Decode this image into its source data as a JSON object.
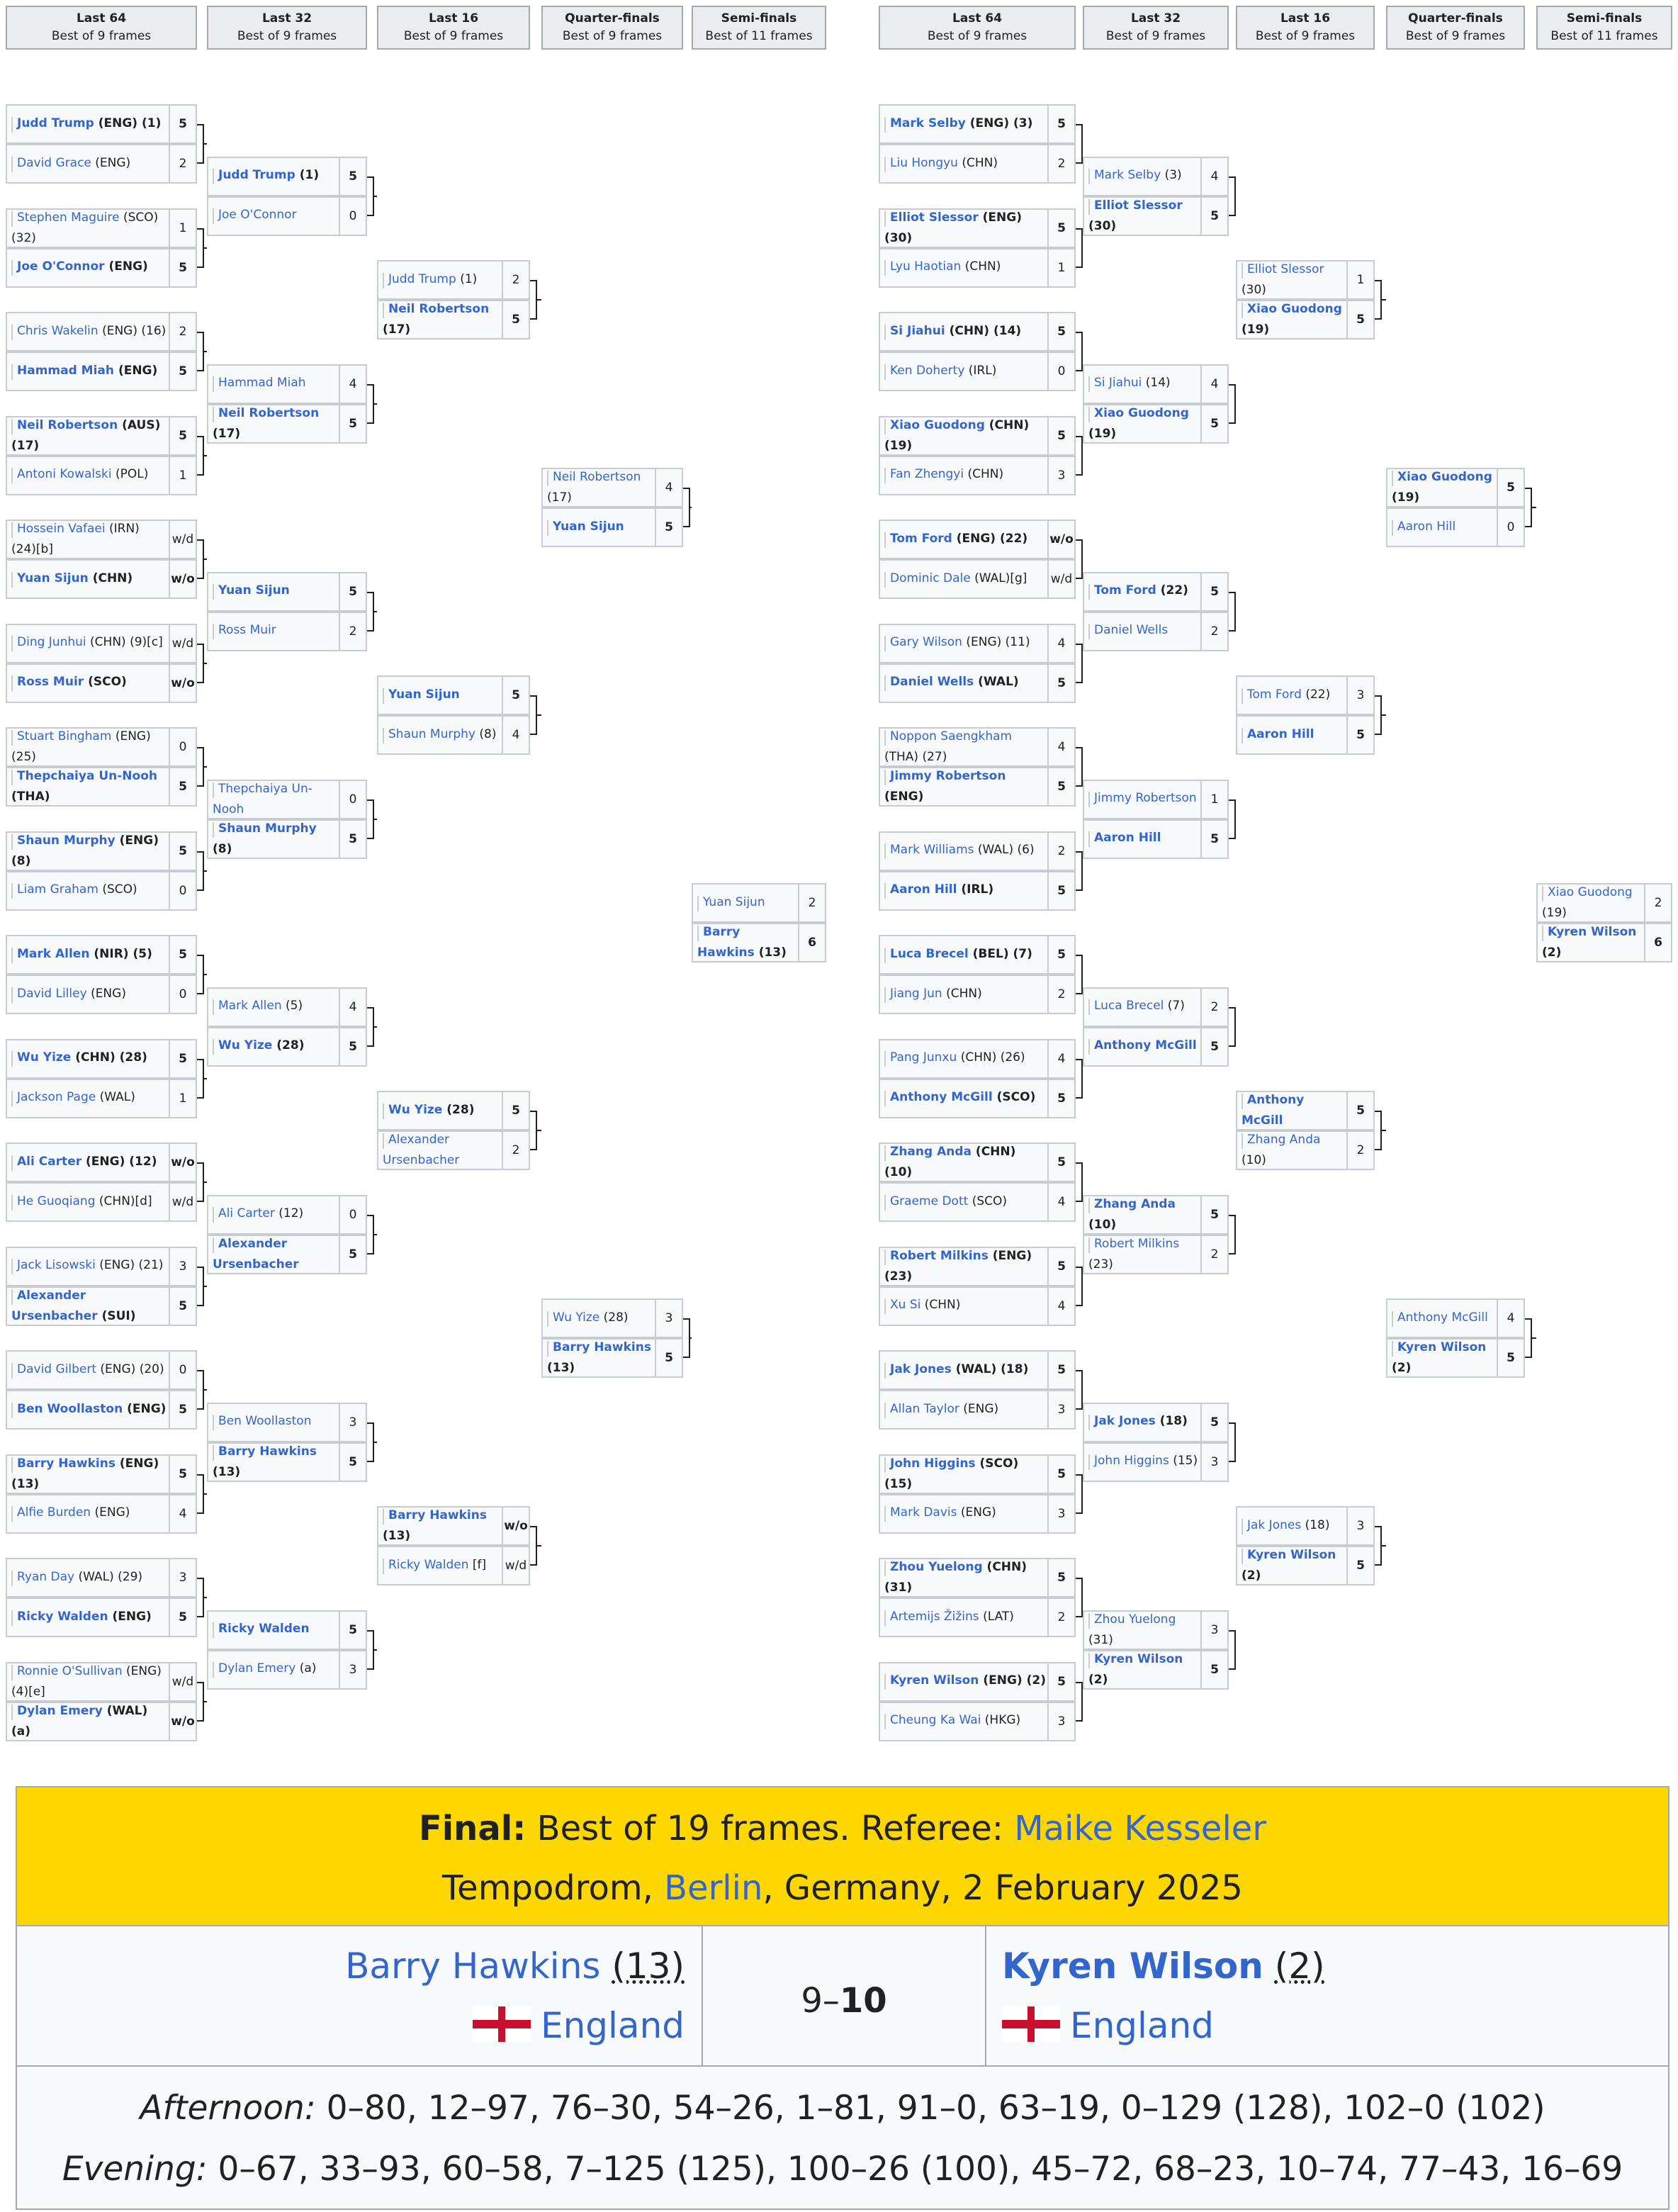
{
  "rounds": [
    {
      "title": "Last 64",
      "subtitle": "Best of 9 frames"
    },
    {
      "title": "Last 32",
      "subtitle": "Best of 9 frames"
    },
    {
      "title": "Last 16",
      "subtitle": "Best of 9 frames"
    },
    {
      "title": "Quarter-finals",
      "subtitle": "Best of 9 frames"
    },
    {
      "title": "Semi-finals",
      "subtitle": "Best of 11 frames"
    }
  ],
  "left": {
    "r0": [
      [
        "ENG",
        "Judd Trump",
        "(ENG) (1)",
        "5",
        true
      ],
      [
        "ENG",
        "David Grace",
        "(ENG)",
        "2",
        false
      ],
      [
        "SCO",
        "Stephen Maguire",
        "(SCO) (32)",
        "1",
        false
      ],
      [
        "ENG",
        "Joe O'Connor",
        "(ENG)",
        "5",
        true
      ],
      [
        "ENG",
        "Chris Wakelin",
        "(ENG) (16)",
        "2",
        false
      ],
      [
        "ENG",
        "Hammad Miah",
        "(ENG)",
        "5",
        true
      ],
      [
        "AUS",
        "Neil Robertson",
        "(AUS) (17)",
        "5",
        true
      ],
      [
        "POL",
        "Antoni Kowalski",
        "(POL)",
        "1",
        false
      ],
      [
        "IRN",
        "Hossein Vafaei",
        "(IRN) (24)[b]",
        "w/d",
        false
      ],
      [
        "CHN",
        "Yuan Sijun",
        "(CHN)",
        "w/o",
        true
      ],
      [
        "CHN",
        "Ding Junhui",
        "(CHN) (9)[c]",
        "w/d",
        false
      ],
      [
        "SCO",
        "Ross Muir",
        "(SCO)",
        "w/o",
        true
      ],
      [
        "ENG",
        "Stuart Bingham",
        "(ENG) (25)",
        "0",
        false
      ],
      [
        "THA",
        "Thepchaiya Un-Nooh",
        "(THA)",
        "5",
        true
      ],
      [
        "ENG",
        "Shaun Murphy",
        "(ENG) (8)",
        "5",
        true
      ],
      [
        "SCO",
        "Liam Graham",
        "(SCO)",
        "0",
        false
      ],
      [
        "NIR",
        "Mark Allen",
        "(NIR) (5)",
        "5",
        true
      ],
      [
        "ENG",
        "David Lilley",
        "(ENG)",
        "0",
        false
      ],
      [
        "CHN",
        "Wu Yize",
        "(CHN) (28)",
        "5",
        true
      ],
      [
        "WAL",
        "Jackson Page",
        "(WAL)",
        "1",
        false
      ],
      [
        "ENG",
        "Ali Carter",
        "(ENG) (12)",
        "w/o",
        true
      ],
      [
        "CHN",
        "He Guoqiang",
        "(CHN)[d]",
        "w/d",
        false
      ],
      [
        "ENG",
        "Jack Lisowski",
        "(ENG) (21)",
        "3",
        false
      ],
      [
        "SUI",
        "Alexander Ursenbacher",
        "(SUI)",
        "5",
        true
      ],
      [
        "ENG",
        "David Gilbert",
        "(ENG) (20)",
        "0",
        false
      ],
      [
        "ENG",
        "Ben Woollaston",
        "(ENG)",
        "5",
        true
      ],
      [
        "ENG",
        "Barry Hawkins",
        "(ENG) (13)",
        "5",
        true
      ],
      [
        "ENG",
        "Alfie Burden",
        "(ENG)",
        "4",
        false
      ],
      [
        "WAL",
        "Ryan Day",
        "(WAL) (29)",
        "3",
        false
      ],
      [
        "ENG",
        "Ricky Walden",
        "(ENG)",
        "5",
        true
      ],
      [
        "ENG",
        "Ronnie O'Sullivan",
        "(ENG) (4)[e]",
        "w/d",
        false
      ],
      [
        "WAL",
        "Dylan Emery",
        "(WAL) (a)",
        "w/o",
        true
      ]
    ],
    "r1": [
      [
        "ENG",
        "Judd Trump",
        "(1)",
        "5",
        true
      ],
      [
        "ENG",
        "Joe O'Connor",
        "",
        "0",
        false
      ],
      [
        "ENG",
        "Hammad Miah",
        "",
        "4",
        false
      ],
      [
        "AUS",
        "Neil Robertson",
        "(17)",
        "5",
        true
      ],
      [
        "CHN",
        "Yuan Sijun",
        "",
        "5",
        true
      ],
      [
        "SCO",
        "Ross Muir",
        "",
        "2",
        false
      ],
      [
        "THA",
        "Thepchaiya Un-Nooh",
        "",
        "0",
        false
      ],
      [
        "ENG",
        "Shaun Murphy",
        "(8)",
        "5",
        true
      ],
      [
        "NIR",
        "Mark Allen",
        "(5)",
        "4",
        false
      ],
      [
        "CHN",
        "Wu Yize",
        "(28)",
        "5",
        true
      ],
      [
        "ENG",
        "Ali Carter",
        "(12)",
        "0",
        false
      ],
      [
        "SUI",
        "Alexander Ursenbacher",
        "",
        "5",
        true
      ],
      [
        "ENG",
        "Ben Woollaston",
        "",
        "3",
        false
      ],
      [
        "ENG",
        "Barry Hawkins",
        "(13)",
        "5",
        true
      ],
      [
        "ENG",
        "Ricky Walden",
        "",
        "5",
        true
      ],
      [
        "WAL",
        "Dylan Emery",
        "(a)",
        "3",
        false
      ]
    ],
    "r2": [
      [
        "ENG",
        "Judd Trump",
        "(1)",
        "2",
        false
      ],
      [
        "AUS",
        "Neil Robertson",
        "(17)",
        "5",
        true
      ],
      [
        "CHN",
        "Yuan Sijun",
        "",
        "5",
        true
      ],
      [
        "ENG",
        "Shaun Murphy",
        "(8)",
        "4",
        false
      ],
      [
        "CHN",
        "Wu Yize",
        "(28)",
        "5",
        true
      ],
      [
        "SUI",
        "Alexander Ursenbacher",
        "",
        "2",
        false
      ],
      [
        "ENG",
        "Barry Hawkins",
        "(13)",
        "w/o",
        true
      ],
      [
        "ENG",
        "Ricky Walden",
        "[f]",
        "w/d",
        false
      ]
    ],
    "r3": [
      [
        "AUS",
        "Neil Robertson",
        "(17)",
        "4",
        false
      ],
      [
        "CHN",
        "Yuan Sijun",
        "",
        "5",
        true
      ],
      [
        "CHN",
        "Wu Yize",
        "(28)",
        "3",
        false
      ],
      [
        "ENG",
        "Barry Hawkins",
        "(13)",
        "5",
        true
      ]
    ],
    "r4": [
      [
        "CHN",
        "Yuan Sijun",
        "",
        "2",
        false
      ],
      [
        "ENG",
        "Barry Hawkins",
        "(13)",
        "6",
        true
      ]
    ]
  },
  "right": {
    "r0": [
      [
        "ENG",
        "Mark Selby",
        "(ENG) (3)",
        "5",
        true
      ],
      [
        "CHN",
        "Liu Hongyu",
        "(CHN)",
        "2",
        false
      ],
      [
        "ENG",
        "Elliot Slessor",
        "(ENG) (30)",
        "5",
        true
      ],
      [
        "CHN",
        "Lyu Haotian",
        "(CHN)",
        "1",
        false
      ],
      [
        "CHN",
        "Si Jiahui",
        "(CHN) (14)",
        "5",
        true
      ],
      [
        "IRL",
        "Ken Doherty",
        "(IRL)",
        "0",
        false
      ],
      [
        "CHN",
        "Xiao Guodong",
        "(CHN) (19)",
        "5",
        true
      ],
      [
        "CHN",
        "Fan Zhengyi",
        "(CHN)",
        "3",
        false
      ],
      [
        "ENG",
        "Tom Ford",
        "(ENG) (22)",
        "w/o",
        true
      ],
      [
        "WAL",
        "Dominic Dale",
        "(WAL)[g]",
        "w/d",
        false
      ],
      [
        "ENG",
        "Gary Wilson",
        "(ENG) (11)",
        "4",
        false
      ],
      [
        "WAL",
        "Daniel Wells",
        "(WAL)",
        "5",
        true
      ],
      [
        "THA",
        "Noppon Saengkham",
        "(THA) (27)",
        "4",
        false
      ],
      [
        "ENG",
        "Jimmy Robertson",
        "(ENG)",
        "5",
        true
      ],
      [
        "WAL",
        "Mark Williams",
        "(WAL) (6)",
        "2",
        false
      ],
      [
        "IRL",
        "Aaron Hill",
        "(IRL)",
        "5",
        true
      ],
      [
        "BEL",
        "Luca Brecel",
        "(BEL) (7)",
        "5",
        true
      ],
      [
        "CHN",
        "Jiang Jun",
        "(CHN)",
        "2",
        false
      ],
      [
        "CHN",
        "Pang Junxu",
        "(CHN) (26)",
        "4",
        false
      ],
      [
        "SCO",
        "Anthony McGill",
        "(SCO)",
        "5",
        true
      ],
      [
        "CHN",
        "Zhang Anda",
        "(CHN) (10)",
        "5",
        true
      ],
      [
        "SCO",
        "Graeme Dott",
        "(SCO)",
        "4",
        false
      ],
      [
        "ENG",
        "Robert Milkins",
        "(ENG) (23)",
        "5",
        true
      ],
      [
        "CHN",
        "Xu Si",
        "(CHN)",
        "4",
        false
      ],
      [
        "WAL",
        "Jak Jones",
        "(WAL) (18)",
        "5",
        true
      ],
      [
        "ENG",
        "Allan Taylor",
        "(ENG)",
        "3",
        false
      ],
      [
        "SCO",
        "John Higgins",
        "(SCO) (15)",
        "5",
        true
      ],
      [
        "ENG",
        "Mark Davis",
        "(ENG)",
        "3",
        false
      ],
      [
        "CHN",
        "Zhou Yuelong",
        "(CHN) (31)",
        "5",
        true
      ],
      [
        "LAT",
        "Artemijs Žižins",
        "(LAT)",
        "2",
        false
      ],
      [
        "ENG",
        "Kyren Wilson",
        "(ENG) (2)",
        "5",
        true
      ],
      [
        "HKG",
        "Cheung Ka Wai",
        "(HKG)",
        "3",
        false
      ]
    ],
    "r1": [
      [
        "ENG",
        "Mark Selby",
        "(3)",
        "4",
        false
      ],
      [
        "ENG",
        "Elliot Slessor",
        "(30)",
        "5",
        true
      ],
      [
        "CHN",
        "Si Jiahui",
        "(14)",
        "4",
        false
      ],
      [
        "CHN",
        "Xiao Guodong",
        "(19)",
        "5",
        true
      ],
      [
        "ENG",
        "Tom Ford",
        "(22)",
        "5",
        true
      ],
      [
        "WAL",
        "Daniel Wells",
        "",
        "2",
        false
      ],
      [
        "ENG",
        "Jimmy Robertson",
        "",
        "1",
        false
      ],
      [
        "IRL",
        "Aaron Hill",
        "",
        "5",
        true
      ],
      [
        "BEL",
        "Luca Brecel",
        "(7)",
        "2",
        false
      ],
      [
        "SCO",
        "Anthony McGill",
        "",
        "5",
        true
      ],
      [
        "CHN",
        "Zhang Anda",
        "(10)",
        "5",
        true
      ],
      [
        "ENG",
        "Robert Milkins",
        "(23)",
        "2",
        false
      ],
      [
        "WAL",
        "Jak Jones",
        "(18)",
        "5",
        true
      ],
      [
        "SCO",
        "John Higgins",
        "(15)",
        "3",
        false
      ],
      [
        "CHN",
        "Zhou Yuelong",
        "(31)",
        "3",
        false
      ],
      [
        "ENG",
        "Kyren Wilson",
        "(2)",
        "5",
        true
      ]
    ],
    "r2": [
      [
        "ENG",
        "Elliot Slessor",
        "(30)",
        "1",
        false
      ],
      [
        "CHN",
        "Xiao Guodong",
        "(19)",
        "5",
        true
      ],
      [
        "ENG",
        "Tom Ford",
        "(22)",
        "3",
        false
      ],
      [
        "IRL",
        "Aaron Hill",
        "",
        "5",
        true
      ],
      [
        "SCO",
        "Anthony McGill",
        "",
        "5",
        true
      ],
      [
        "CHN",
        "Zhang Anda",
        "(10)",
        "2",
        false
      ],
      [
        "WAL",
        "Jak Jones",
        "(18)",
        "3",
        false
      ],
      [
        "ENG",
        "Kyren Wilson",
        "(2)",
        "5",
        true
      ]
    ],
    "r3": [
      [
        "CHN",
        "Xiao Guodong",
        "(19)",
        "5",
        true
      ],
      [
        "IRL",
        "Aaron Hill",
        "",
        "0",
        false
      ],
      [
        "SCO",
        "Anthony McGill",
        "",
        "4",
        false
      ],
      [
        "ENG",
        "Kyren Wilson",
        "(2)",
        "5",
        true
      ]
    ],
    "r4": [
      [
        "CHN",
        "Xiao Guodong",
        "(19)",
        "2",
        false
      ],
      [
        "ENG",
        "Kyren Wilson",
        "(2)",
        "6",
        true
      ]
    ]
  },
  "final": {
    "line1_bold": "Final:",
    "line1_text": "Best of 19 frames. Referee:",
    "referee": "Maike Kesseler",
    "venue": "Tempodrom,",
    "city": "Berlin",
    "rest": ", Germany, 2 February 2025",
    "player1": "Barry Hawkins",
    "seed1": "(13)",
    "country1": "England",
    "score_left": "9",
    "score_dash": "–",
    "score_right": "10",
    "player2": "Kyren Wilson",
    "seed2": "(2)",
    "country2": "England",
    "afternoon_label": "Afternoon:",
    "afternoon": "0–80, 12–97, 76–30, 54–26, 1–81, 91–0, 63–19, 0–129 (128), 102–0 (102)",
    "evening_label": "Evening:",
    "evening": "0–67, 33–93, 60–58, 7–125 (125), 100–26 (100), 45–72, 68–23, 10–74, 77–43, 16–69"
  }
}
